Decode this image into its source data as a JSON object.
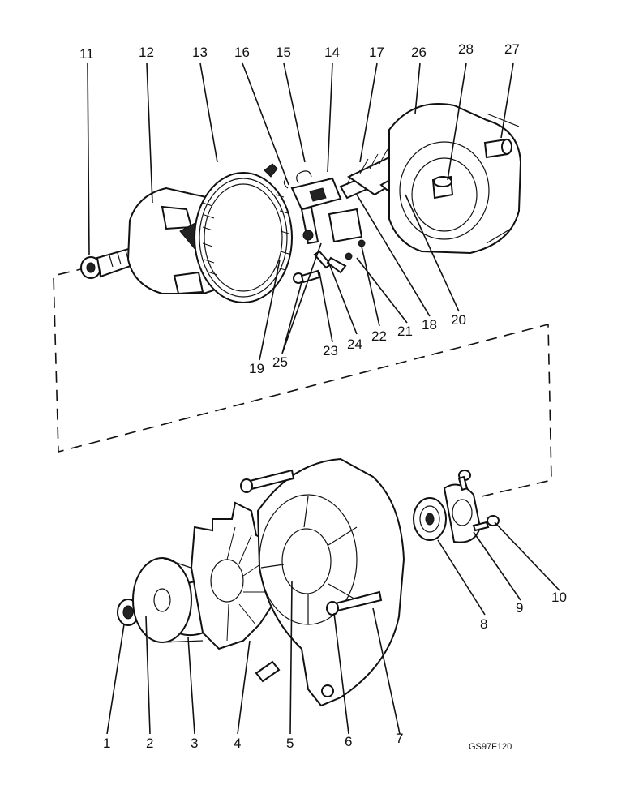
{
  "figure": {
    "reference_code": "GS97F120",
    "callouts": [
      "1",
      "2",
      "3",
      "4",
      "5",
      "6",
      "7",
      "8",
      "9",
      "10",
      "11",
      "12",
      "13",
      "14",
      "15",
      "16",
      "17",
      "18",
      "19",
      "20",
      "21",
      "22",
      "23",
      "24",
      "25",
      "26",
      "27",
      "28"
    ]
  }
}
